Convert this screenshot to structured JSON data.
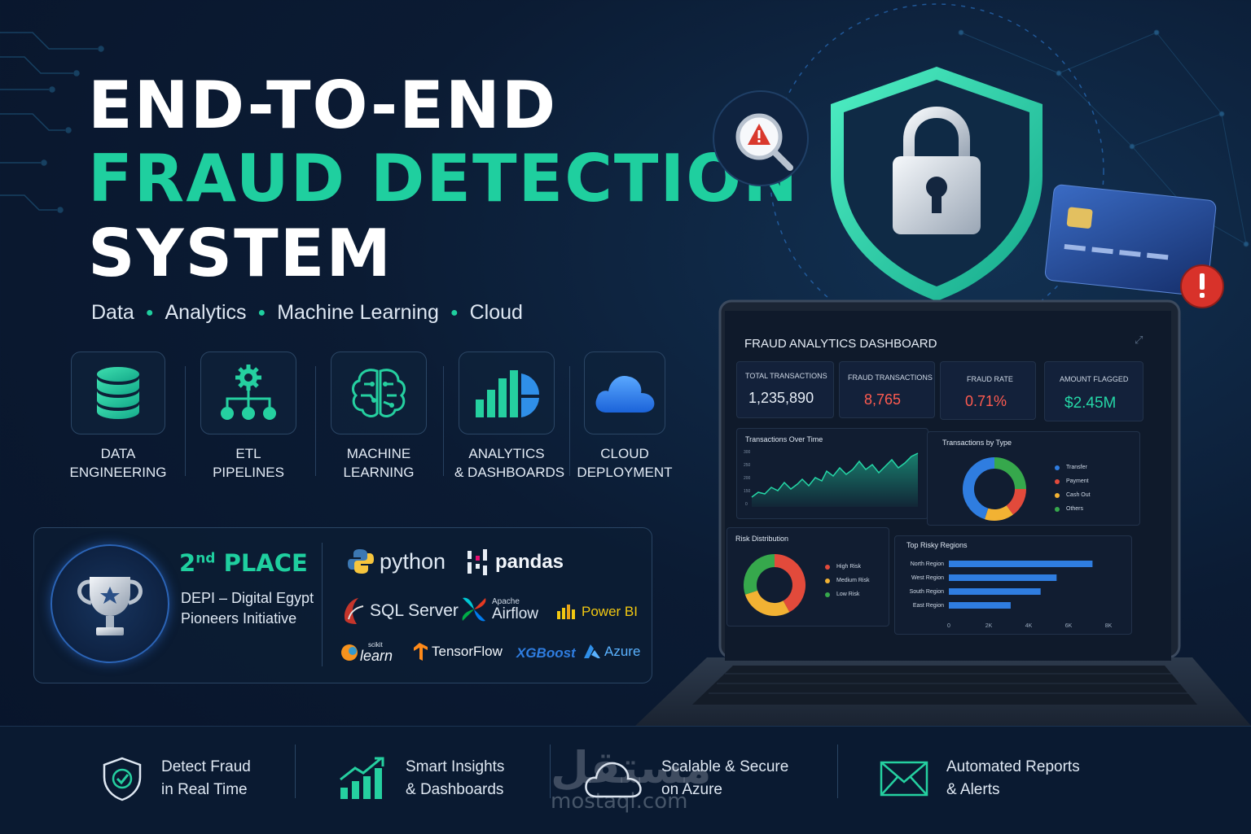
{
  "hero": {
    "line1": "END-TO-END",
    "line2": "FRAUD DETECTION",
    "line3": "SYSTEM",
    "tagline": [
      "Data",
      "Analytics",
      "Machine Learning",
      "Cloud"
    ]
  },
  "pillars": [
    {
      "line1": "DATA",
      "line2": "ENGINEERING",
      "icon": "database-icon"
    },
    {
      "line1": "ETL",
      "line2": "PIPELINES",
      "icon": "gear-network-icon"
    },
    {
      "line1": "MACHINE",
      "line2": "LEARNING",
      "icon": "brain-icon"
    },
    {
      "line1": "ANALYTICS",
      "line2": "& DASHBOARDS",
      "icon": "chart-pie-icon"
    },
    {
      "line1": "CLOUD",
      "line2": "DEPLOYMENT",
      "icon": "cloud-icon"
    }
  ],
  "award": {
    "place_num": "2",
    "place_sup": "nd",
    "place_word": "PLACE",
    "org_line1": "DEPI – Digital Egypt",
    "org_line2": "Pioneers Initiative",
    "tech": {
      "python": "python",
      "pandas": "pandas",
      "sqlserver": "SQL Server",
      "airflow_top": "Apache",
      "airflow": "Airflow",
      "powerbi": "Power BI",
      "sklearn_top": "scikit",
      "sklearn": "learn",
      "tensorflow": "TensorFlow",
      "xgboost": "XGBoost",
      "azure": "Azure"
    }
  },
  "dashboard": {
    "title": "FRAUD ANALYTICS DASHBOARD",
    "kpis": [
      {
        "label": "TOTAL TRANSACTIONS",
        "value": "1,235,890",
        "color": "#e6edf6"
      },
      {
        "label": "FRAUD TRANSACTIONS",
        "value": "8,765",
        "color": "#ff5b50"
      },
      {
        "label": "FRAUD RATE",
        "value": "0.71%",
        "color": "#ff5b50"
      },
      {
        "label": "AMOUNT FLAGGED",
        "value": "$2.45M",
        "color": "#25d6a6"
      }
    ],
    "over_time": {
      "title": "Transactions Over Time",
      "ticks": [
        "300",
        "250",
        "200",
        "150",
        "0"
      ]
    },
    "by_type": {
      "title": "Transactions by Type",
      "legend": [
        {
          "label": "Transfer",
          "color": "#2f7de0"
        },
        {
          "label": "Payment",
          "color": "#e24a3b"
        },
        {
          "label": "Cash Out",
          "color": "#f2b233"
        },
        {
          "label": "Others",
          "color": "#36a84c"
        }
      ]
    },
    "risk": {
      "title": "Risk Distribution",
      "legend": [
        {
          "label": "High Risk",
          "color": "#e24a3b"
        },
        {
          "label": "Medium Risk",
          "color": "#f2b233"
        },
        {
          "label": "Low Risk",
          "color": "#36a84c"
        }
      ]
    },
    "regions": {
      "title": "Top Risky Regions",
      "categories": [
        "North Region",
        "West Region",
        "South Region",
        "East Region"
      ],
      "values": [
        7200,
        5400,
        4600,
        3100
      ],
      "xticks": [
        "0",
        "2K",
        "4K",
        "6K",
        "8K"
      ],
      "xmax": 8000
    }
  },
  "features": [
    {
      "line1": "Detect Fraud",
      "line2": "in Real Time",
      "icon": "shield-check-icon"
    },
    {
      "line1": "Smart Insights",
      "line2": "& Dashboards",
      "icon": "growth-chart-icon"
    },
    {
      "line1": "Scalable & Secure",
      "line2": "on Azure",
      "icon": "cloud-outline-icon"
    },
    {
      "line1": "Automated Reports",
      "line2": "& Alerts",
      "icon": "envelope-icon"
    }
  ],
  "watermark": {
    "arabic": "مستقل",
    "url": "mostaql.com"
  },
  "colors": {
    "accent": "#1fcf9f",
    "alert": "#e24a3b",
    "background": "#0b1b33"
  }
}
